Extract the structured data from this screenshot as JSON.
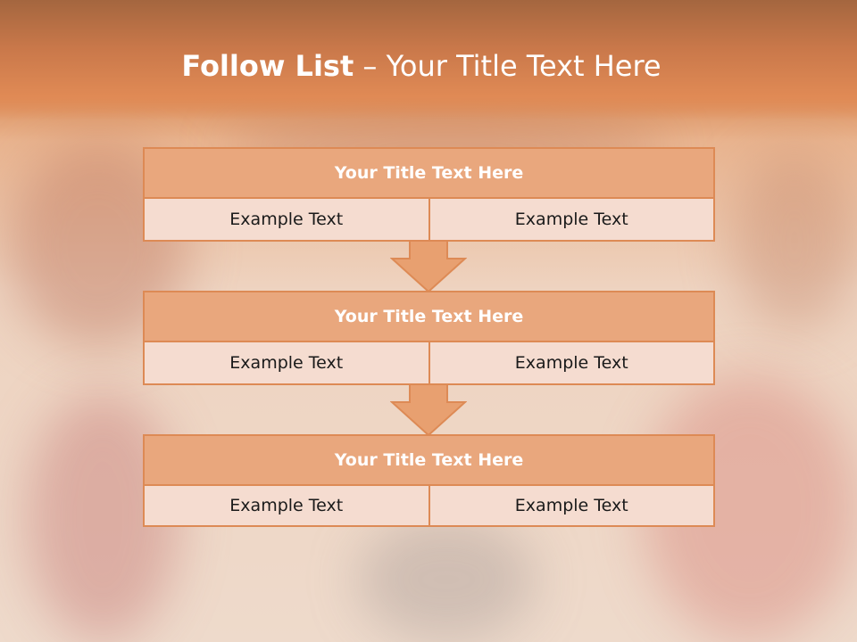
{
  "slide": {
    "title_bold": "Follow List",
    "title_rest": " – Your Title Text Here"
  },
  "items": [
    {
      "heading": "Your Title Text Here",
      "left": "Example Text",
      "right": "Example Text"
    },
    {
      "heading": "Your Title Text Here",
      "left": "Example Text",
      "right": "Example Text"
    },
    {
      "heading": "Your Title Text Here",
      "left": "Example Text",
      "right": "Example Text"
    }
  ],
  "colors": {
    "accent": "#dd8a55",
    "title_fill": "#e9a77d",
    "row_fill": "#f5dcd0",
    "arrow_fill": "#e8a070"
  }
}
